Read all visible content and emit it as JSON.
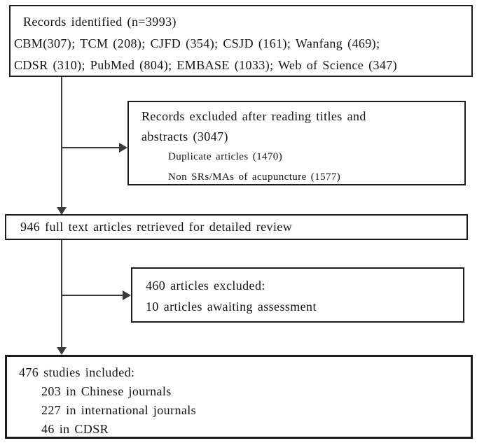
{
  "diagram": {
    "type": "study-selection-flowchart",
    "colors": {
      "border": "#1c1c1c",
      "text": "#141414",
      "line": "#3a3a3a",
      "background": "#ffffff"
    },
    "boxes": {
      "identified": {
        "line1": "Records identified (n=3993)",
        "line2": "CBM(307); TCM (208); CJFD (354); CSJD (161); Wanfang (469);",
        "line3": "CDSR (310); PubMed (804); EMBASE (1033); Web of Science (347)"
      },
      "excluded_screening": {
        "line1": "Records excluded after reading titles and",
        "line2": "abstracts (3047)",
        "item1": "Duplicate articles (1470)",
        "item2": "Non SRs/MAs of acupuncture (1577)"
      },
      "full_text": {
        "line1": "946 full text articles retrieved for detailed review"
      },
      "excluded_full_text": {
        "line1": "460 articles excluded:",
        "line2": "10 articles awaiting assessment"
      },
      "included": {
        "line1": "476 studies included:",
        "item1": "203 in Chinese journals",
        "item2": "227 in international journals",
        "item3": "46 in CDSR"
      }
    }
  }
}
